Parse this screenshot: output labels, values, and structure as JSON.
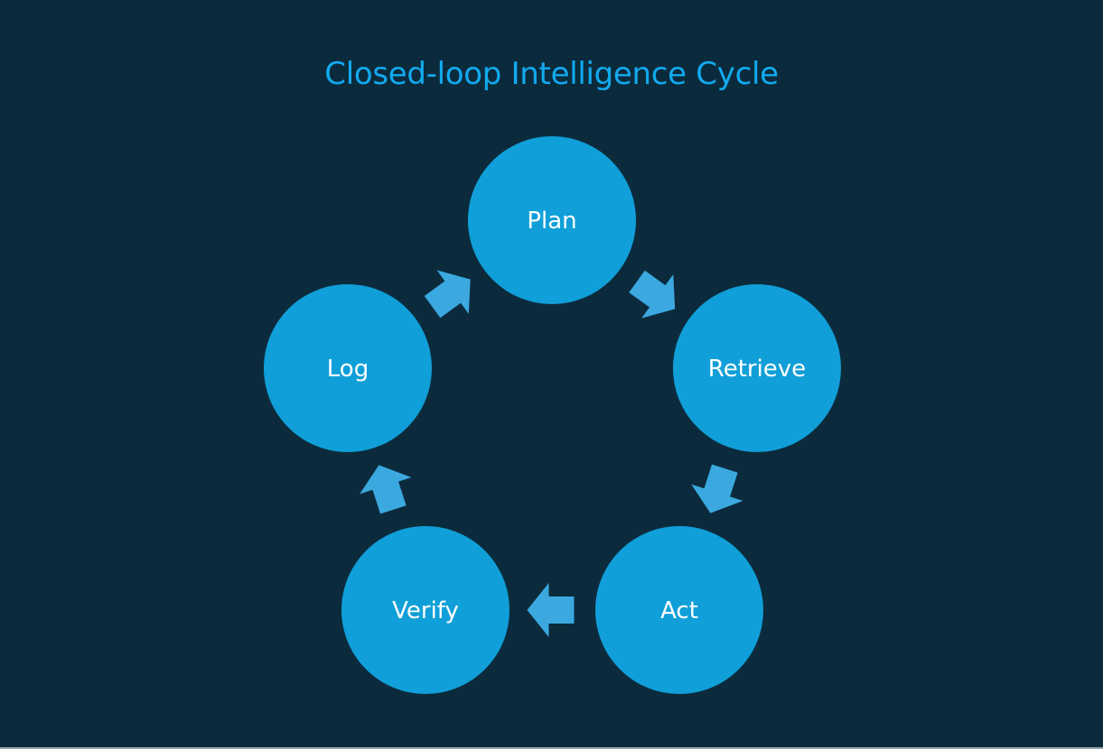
{
  "title": "Closed-loop Intelligence Cycle",
  "colors": {
    "background": "#0b2b3d",
    "title": "#12aaef",
    "node_fill": "#109fd8",
    "arrow_fill": "#3ba9e0",
    "label": "#ffffff"
  },
  "nodes": [
    {
      "id": "plan",
      "label": "Plan"
    },
    {
      "id": "retrieve",
      "label": "Retrieve"
    },
    {
      "id": "act",
      "label": "Act"
    },
    {
      "id": "verify",
      "label": "Verify"
    },
    {
      "id": "log",
      "label": "Log"
    }
  ],
  "edges": [
    {
      "from": "plan",
      "to": "retrieve"
    },
    {
      "from": "retrieve",
      "to": "act"
    },
    {
      "from": "act",
      "to": "verify"
    },
    {
      "from": "verify",
      "to": "log"
    },
    {
      "from": "log",
      "to": "plan"
    }
  ]
}
